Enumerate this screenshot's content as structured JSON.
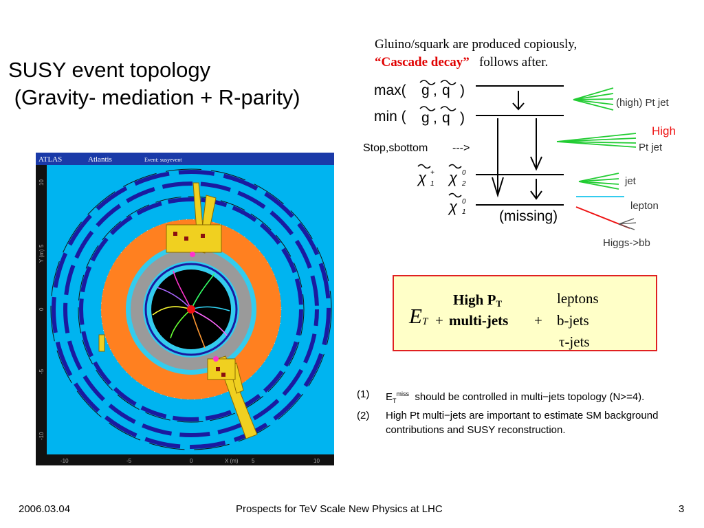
{
  "slide": {
    "title_line1": "SUSY event topology",
    "title_line2": " (Gravity- mediation + R-parity)",
    "gluino_line1": "Gluino/squark are produced copiously,",
    "cascade": "“Cascade decay”",
    "gluino_line2_rest": "follows after."
  },
  "diagram": {
    "max_label": "max(",
    "min_label": "min (",
    "g": "g",
    "q": "q",
    "comma": ",",
    "close_paren": ")",
    "stop_label": "Stop,sbottom",
    "stop_arrow": "--->",
    "chi": "χ",
    "chi1_sup": "+",
    "chi1_sub": "1",
    "chi2_sup": "0",
    "chi2_sub": "2",
    "chi0_sup": "0",
    "chi0_sub": "1",
    "missing": "(missing)",
    "high_pt_jet": "(high) Pt jet",
    "high_red": "High",
    "pt_jet": "Pt jet",
    "jet": "jet",
    "lepton": "lepton",
    "higgs": "Higgs->bb",
    "colors": {
      "green": "#22cc33",
      "cyan": "#33ccee",
      "red": "#ee1111"
    }
  },
  "event_display": {
    "header_atlas": "ATLAS",
    "header_app": "Atlantis",
    "header_event": "Event: susyevent",
    "y_ticks": [
      "10",
      "5",
      "0",
      "-5",
      "-10"
    ],
    "y_axis_label": "Y (m)",
    "x_ticks": [
      "-10",
      "-5",
      "0",
      "5",
      "10"
    ],
    "x_axis_label": "X (m)",
    "colors": {
      "background": "#00b4f0",
      "calorimeter": "#ff8020",
      "muon": "#1a1aa0"
    }
  },
  "et_box": {
    "et_symbol": "E",
    "et_sub": "T",
    "plus1": "+",
    "high": "High P",
    "high_sub": "T",
    "multijets": "multi-jets",
    "plus2": "+",
    "leptons": "leptons",
    "bjets": "b-jets",
    "taujets": "τ-jets"
  },
  "notes": {
    "n1": "(1)",
    "n1_et": "E",
    "n1_sub": "T",
    "n1_sup": "miss",
    "n1_text": "should be controlled in multi−jets topology (N>=4).",
    "n2": "(2)",
    "n2_text": "High Pt multi−jets are important to estimate SM background contributions and SUSY reconstruction."
  },
  "footer": {
    "date": "2006.03.04",
    "center": "Prospects for TeV Scale New Physics at LHC",
    "page": "3"
  }
}
